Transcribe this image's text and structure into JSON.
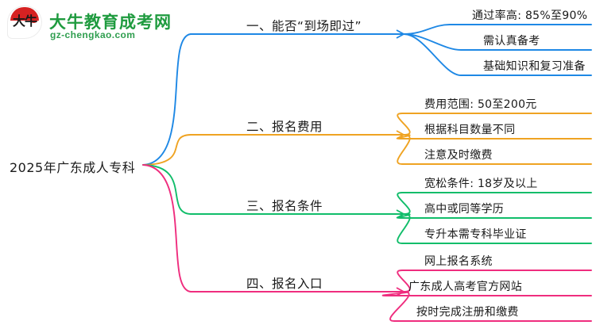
{
  "logo": {
    "mark_text": "大牛",
    "title": "大牛教育成考网",
    "url": "gz-chengkao.com",
    "brand_green": "#1f9b3f",
    "brand_red": "#d62222"
  },
  "mindmap": {
    "root": {
      "label": "2025年广东成人专科"
    },
    "branches": [
      {
        "label": "一、能否“到场即过”",
        "color": "#1e88e5",
        "children": [
          {
            "label": "通过率高: 85%至90%"
          },
          {
            "label": "需认真备考"
          },
          {
            "label": "基础知识和复习准备"
          }
        ]
      },
      {
        "label": "二、报名费用",
        "color": "#efa322",
        "children": [
          {
            "label": "费用范围: 50至200元"
          },
          {
            "label": "根据科目数量不同"
          },
          {
            "label": "注意及时缴费"
          }
        ]
      },
      {
        "label": "三、报名条件",
        "color": "#11bd6a",
        "children": [
          {
            "label": "宽松条件: 18岁及以上"
          },
          {
            "label": "高中或同等学历"
          },
          {
            "label": "专升本需专科毕业证"
          }
        ]
      },
      {
        "label": "四、报名入口",
        "color": "#ef2d7e",
        "children": [
          {
            "label": "网上报名系统"
          },
          {
            "label": "广东成人高考官方网站"
          },
          {
            "label": "按时完成注册和缴费"
          }
        ]
      }
    ]
  }
}
